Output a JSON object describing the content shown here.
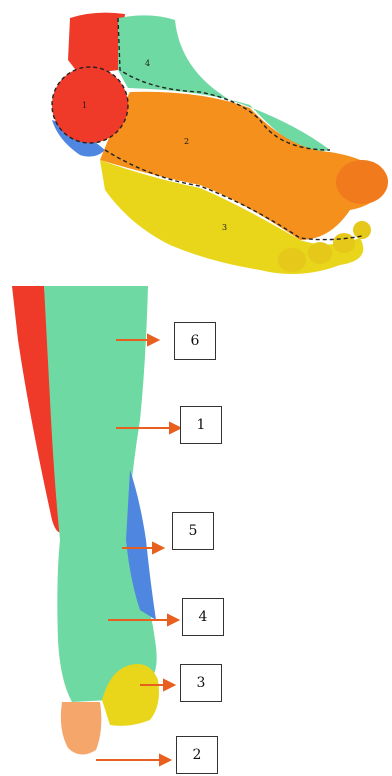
{
  "colors": {
    "region_1_green": "#5fd39a",
    "region_2_orange": "#f5901d",
    "region_3_yellow": "#e9d51a",
    "region_4_green": "#6fd9a3",
    "region_5_blue": "#4f86e0",
    "region_6_red": "#ef3a2a",
    "arrow": "#e8601f",
    "boundary": "#222222"
  },
  "sole_view": {
    "region_labels": [
      "1",
      "2",
      "3",
      "4"
    ]
  },
  "leg_view": {
    "callouts": [
      "6",
      "1",
      "5",
      "4",
      "3",
      "2"
    ]
  }
}
